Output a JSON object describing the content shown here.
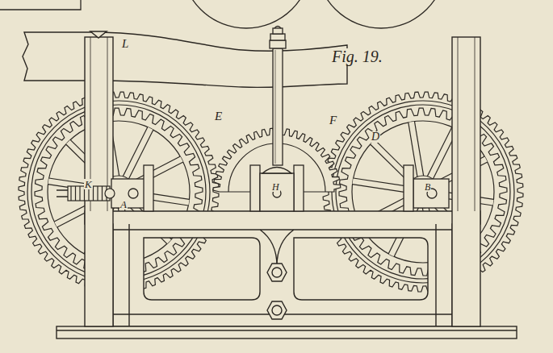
{
  "diagram": {
    "labels": [
      "L",
      "Fig. 19.",
      "E",
      "F",
      "D",
      "K",
      "A",
      "H",
      "B"
    ]
  }
}
